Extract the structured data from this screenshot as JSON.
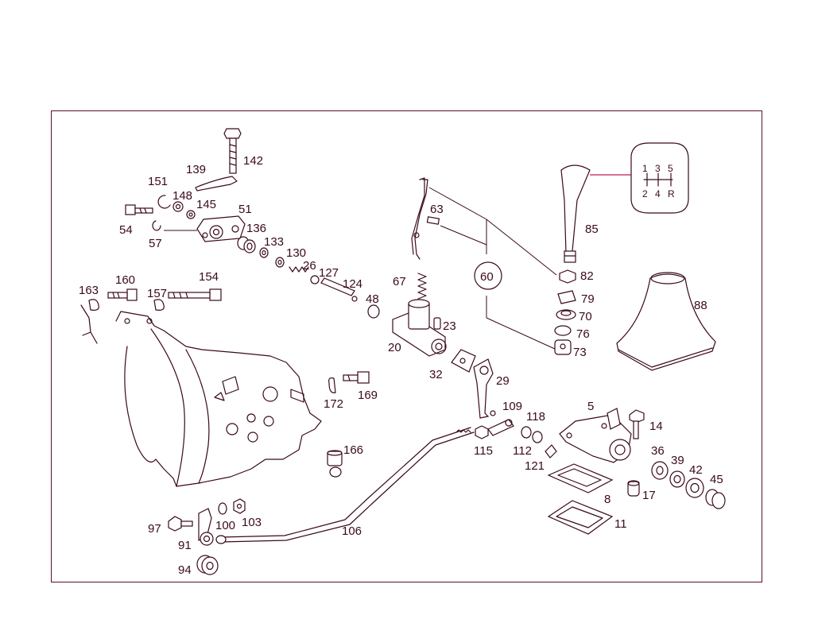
{
  "labels": {
    "l142": "142",
    "l139": "139",
    "l151": "151",
    "l148": "148",
    "l145": "145",
    "l51": "51",
    "l54": "54",
    "l57": "57",
    "l136": "136",
    "l133": "133",
    "l130": "130",
    "l26": "26",
    "l127": "127",
    "l124": "124",
    "l48": "48",
    "l163": "163",
    "l160": "160",
    "l157": "157",
    "l154": "154",
    "l63": "63",
    "l67": "67",
    "l60": "60",
    "l23": "23",
    "l20": "20",
    "l32": "32",
    "l29": "29",
    "l85": "85",
    "l82": "82",
    "l79": "79",
    "l70": "70",
    "l76": "76",
    "l73": "73",
    "l88": "88",
    "l5": "5",
    "l14": "14",
    "l36": "36",
    "l39": "39",
    "l42": "42",
    "l45": "45",
    "l17": "17",
    "l8": "8",
    "l11": "11",
    "l109": "109",
    "l118": "118",
    "l112": "112",
    "l115": "115",
    "l121": "121",
    "l172": "172",
    "l169": "169",
    "l166": "166",
    "l106": "106",
    "l97": "97",
    "l100": "100",
    "l103": "103",
    "l91": "91",
    "l94": "94"
  },
  "shift_pattern": {
    "top": [
      "1",
      "3",
      "5"
    ],
    "bottom": [
      "2",
      "4",
      "R"
    ]
  },
  "colors": {
    "line": "#3a0a18",
    "frame": "#5a0f24",
    "accent": "#c2185b"
  }
}
